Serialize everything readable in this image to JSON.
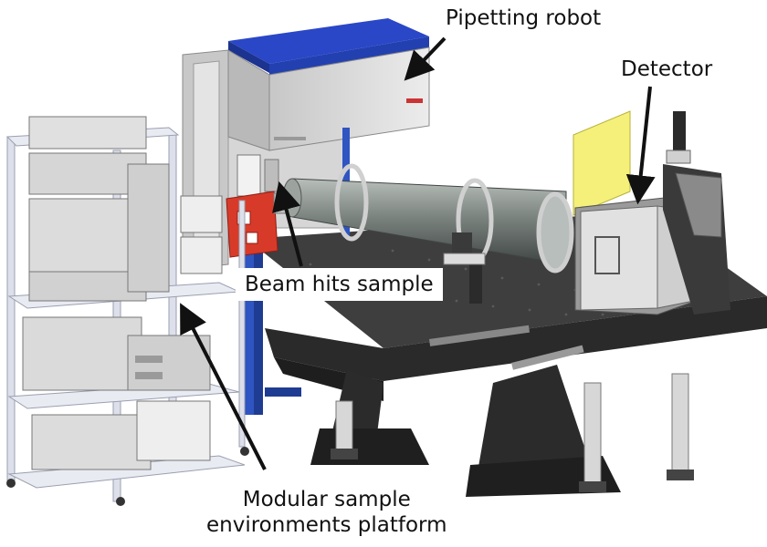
{
  "labels": {
    "pipetting_robot": "Pipetting robot",
    "detector": "Detector",
    "beam_hits_sample": "Beam hits sample",
    "modular_line1": "Modular sample",
    "modular_line2": "environments platform"
  },
  "colors": {
    "robot_top": "#2a47c8",
    "sample_holder": "#d83a2a",
    "detector_flag": "#f5f07a",
    "table": "#3a3a3a",
    "tube": "#7d8580",
    "frame": "#c9ccd6",
    "column": "#2f55c2"
  },
  "icons": [
    "arrow-icon"
  ]
}
